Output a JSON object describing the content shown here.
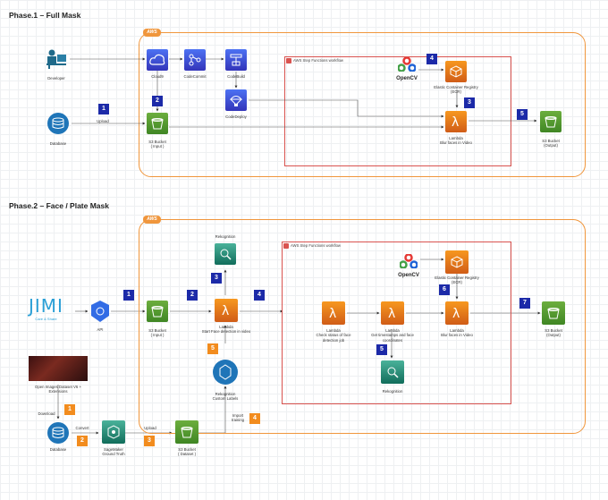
{
  "phase1": {
    "title": "Phase.1 – Full Mask",
    "aws_tag": "AWS",
    "sf_title": "AWS Step Functions workflow",
    "developer": "Developer",
    "cloud9": "Cloud9",
    "codecommit": "CodeCommit",
    "codebuild": "CodeBuild",
    "codedeploy": "CodeDeploy",
    "database": "Database",
    "upload": "Upload",
    "s3_input": "S3 Bucket\n( Input )",
    "opencv": "OpenCV",
    "ecr": "Elastic Container Registry\n(ECR)",
    "lambda": "Lambda\nBlur faces in Video",
    "s3_output": "S3 Bucket\n(Output)",
    "badges": [
      "1",
      "2",
      "3",
      "4",
      "5"
    ]
  },
  "phase2": {
    "title": "Phase.2 – Face / Plate Mask",
    "aws_tag": "AWS",
    "sf_title": "AWS Step Functions workflow",
    "jimi_logo": "JIMI",
    "jimi_sub": "Care & Share",
    "api": "API",
    "s3_input": "S3 Bucket\n( Input )",
    "rekognition_top": "Rekognition",
    "lambda_start": "Lambda\nStart Face detection in video",
    "rek_custom": "Rekognition\nCustom Labels",
    "import_training": "Import\ntraining",
    "open_images": "Open Images Dataset V6 +\nExtensions",
    "download": "Download",
    "convert": "Convert",
    "upload": "Upload",
    "database": "Database",
    "sagemaker": "SageMaker\nGround Truth",
    "s3_dataset": "S3 Bucket\n( Dataset )",
    "lambda_check": "Lambda\nCheck status of face\ndetection job",
    "lambda_get": "Lambda\nGet timestamps and face\ncoordinates",
    "rek_bottom": "Rekognition",
    "opencv": "OpenCV",
    "ecr": "Elastic Container Registry\n(ECR)",
    "lambda_blur": "Lambda\nBlur faces in Video",
    "s3_output": "S3 Bucket\n(Output)",
    "badges_blue": [
      "1",
      "2",
      "3",
      "4",
      "5",
      "6",
      "7"
    ],
    "badges_orange": [
      "1",
      "2",
      "3",
      "4",
      "5"
    ]
  },
  "colors": {
    "aws_orange": "#f0963c",
    "sf_red": "#d9534f",
    "badge_blue": "#1c2aa8",
    "badge_orange": "#f28c1e"
  }
}
